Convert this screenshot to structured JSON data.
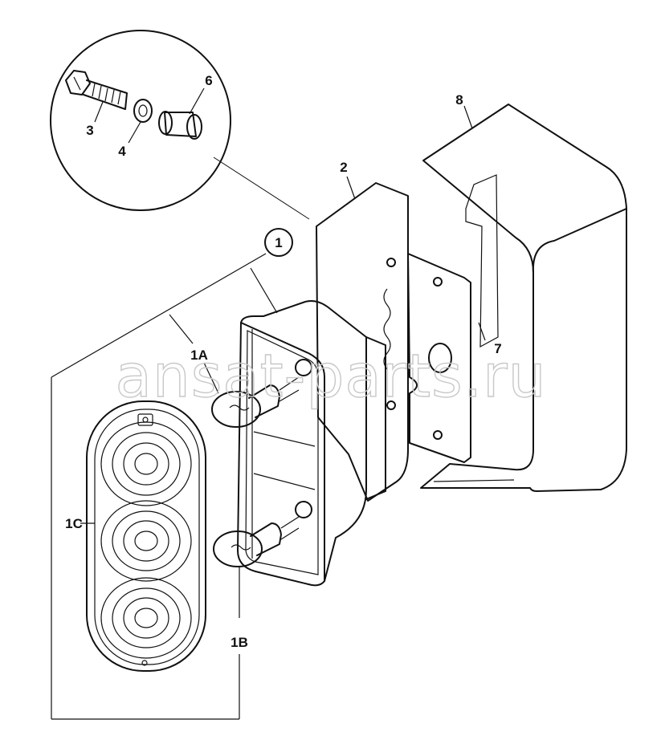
{
  "watermark": "ansat-parts.ru",
  "callouts": {
    "c1": "1",
    "c1a": "1A",
    "c1b": "1B",
    "c1c": "1C",
    "c2": "2",
    "c3": "3",
    "c4": "4",
    "c6": "6",
    "c7": "7",
    "c8": "8"
  }
}
